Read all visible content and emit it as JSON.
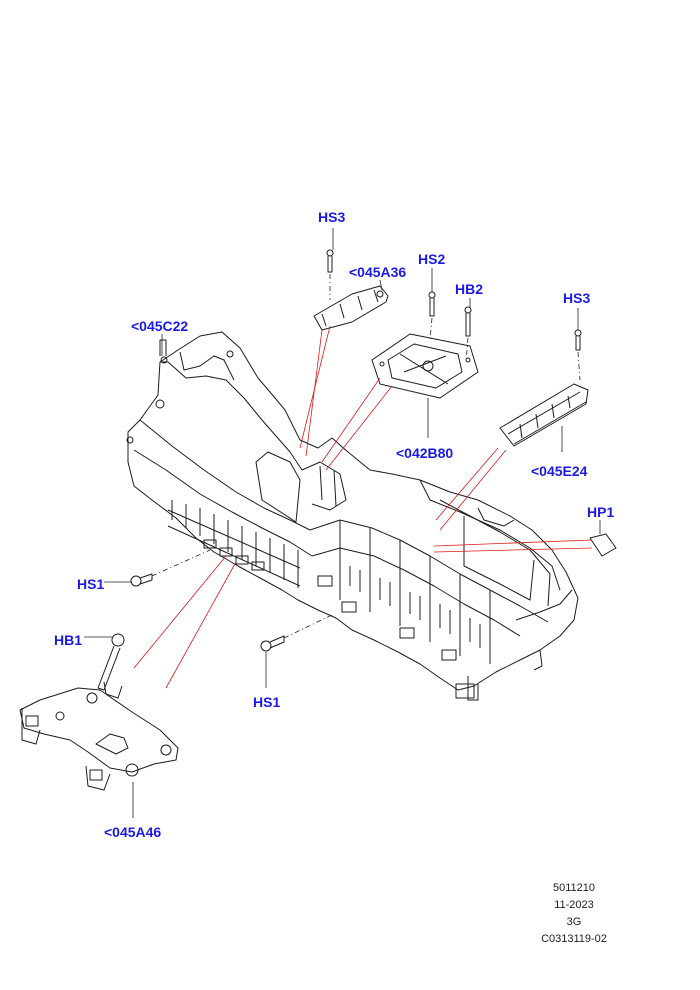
{
  "callouts": {
    "hs3_top": "HS3",
    "part_045A36": "<045A36",
    "hs2": "HS2",
    "hb2": "HB2",
    "hs3_right": "HS3",
    "part_045C22": "<045C22",
    "part_042B80": "<042B80",
    "part_045E24": "<045E24",
    "hp1": "HP1",
    "hs1_left": "HS1",
    "hb1": "HB1",
    "hs1_bottom": "HS1",
    "part_045A46": "<045A46"
  },
  "footer": {
    "line1": "5011210",
    "line2": "11-2023",
    "line3": "3G",
    "line4": "C0313119-02"
  },
  "colors": {
    "callout": "#1a1ae6",
    "lead_red": "#e01818",
    "line": "#1c1c1c"
  }
}
